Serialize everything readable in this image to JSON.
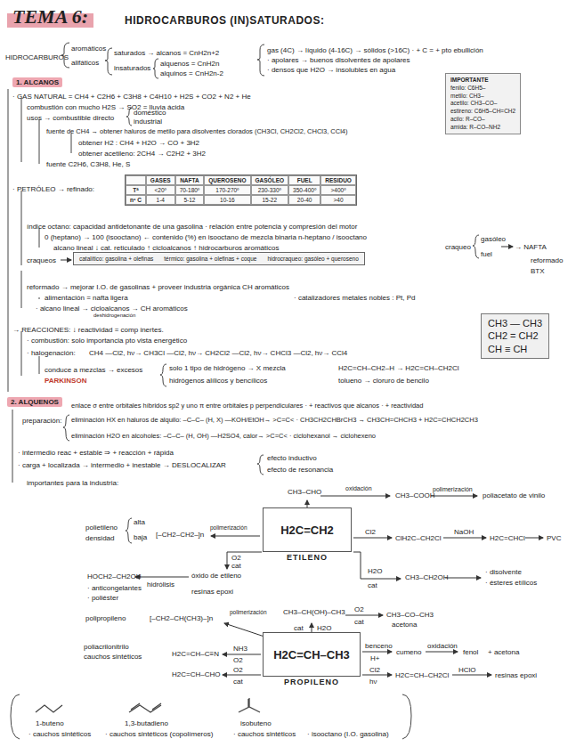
{
  "diagram": {
    "title": "HIDROCARBUROS (IN)SATURADOS:",
    "nodes": [
      {
        "text": [
          "TEMA 6:"
        ]
      },
      {
        "text": [
          "IMPORTANTE",
          "fenilo: C6H5–",
          "metilo: CH3–",
          "acetilo: CH3–CO–",
          "estireno: C6H5–CH=CH2",
          "acilo: R–CO–",
          "amida: R–CO–NH2"
        ]
      },
      {
        "text": [
          "1. ALCANOS"
        ]
      },
      {
        "text": [
          "GASES",
          "NAFTA",
          "QUEROSENO",
          "GASÓLEO",
          "FUEL",
          "RESIDUO",
          "Tª",
          "<20º",
          "70-180º",
          "170-270º",
          "230-330º",
          "350-400º",
          ">400º",
          "nº C",
          "1-4",
          "5-12",
          "10-16",
          "15-22",
          "20-40",
          ">40"
        ]
      },
      {
        "text": [
          "catalítico: gasolina + olefinas",
          "térmico: gasolina + olefinas + coque",
          "hidrocraqueo: gasóleo + queroseno"
        ]
      },
      {
        "text": [
          "CH3 — CH3",
          "CH2 = CH2",
          "CH ≡ CH"
        ]
      },
      {
        "text": [
          "2. ALQUENOS"
        ]
      },
      {
        "text": [
          "H2C=CH2",
          "ETILENO"
        ]
      },
      {
        "text": [
          "H2C=CH–CH3",
          "PROPILENO"
        ]
      }
    ],
    "labels": [
      "HIDROCARBUROS",
      "aromáticos",
      "alifáticos",
      "saturados → alcanos = CnH2n+2",
      "insaturados",
      "alquenos = CnH2n",
      "alquinos = CnH2n-2",
      "gas (4C) → líquido (4-16C) → sólidos (>16C) · + C = + pto ebullición",
      "· apolares → buenos disolventes de apolares",
      "· densos que H2O → insolubles en agua",
      "· GAS NATURAL = CH4 + C2H6 + C3H8 + C4H10 + H2S + CO2 + N2 + He",
      "combustión con mucho H2S → SO2 = lluvia ácida",
      "usos → combustible directo",
      "doméstico",
      "industrial",
      "fuente de CH4 → obtener haluros de metilo para disolventes clorados (CH3Cl, CH2Cl2, CHCl3, CCl4)",
      "obtener H2 : CH4 + H2O → CO + 3H2",
      "obtener acetileno: 2CH4 → C2H2 + 3H2",
      "fuente C2H6, C3H8, He, S",
      "· PETRÓLEO → refinado:",
      "índice octano: capacidad antidetonante de una gasolina · relación entre potencia y compresión del motor",
      "0 (heptano) → 100 (isooctano) ← contenido (%) en isooctano de mezcla binaria n-heptano / isooctano",
      "alcano lineal ↓ cat. reticulado ↑ cicloalcanos ↑ hidrocarburos aromáticos",
      "craqueos",
      "craqueo",
      "gasóleo",
      "fuel",
      "→ NAFTA",
      "reformado",
      "BTX",
      "reformado → mejorar I.O. de gasolinas + proveer industria orgánica CH aromáticos",
      "alimentación = nafta ligera",
      "· catalizadores metales nobles : Pt, Pd",
      "· alcano lineal → cicloalcanos → CH aromáticos",
      "deshidrogenación",
      "→ REACCIONES: ↓ reactividad = comp inertes.",
      "· combustión: solo importancia pto vista energético",
      "· halogenación:",
      "CH4 —Cl2, hν→ CH3Cl —Cl2, hν→ CH2Cl2 —Cl2, hν→ CHCl3 —Cl2, hν→ CCl4",
      "conduce a mezclas → excesos",
      "PARKINSON",
      "solo 1 tipo de hidrógeno → X mezcla",
      "hidrógenos alílicos y bencílicos",
      "H2C=CH–CH2–H → H2C=CH–CH2Cl",
      "tolueno → cloruro de bencilo",
      "enlace σ entre orbitales híbridos sp2 y uno π entre orbitales p perpendiculares · + reactivos que alcanos · + reactividad",
      "preparación:",
      "eliminación HX en haluros de alquilo: –C–C– (H, X) —KOH/EtOH→ >C=C< · CH3CH2CHBrCH3 → CH3CH=CHCH3 + H2C=CHCH2CH3",
      "eliminación H2O en alcoholes: –C–C– (H, OH) —H2SO4, calor→ >C=C< · ciclohexanol → ciclohexeno",
      "· intermedio reac + estable ⇒ + reacción + rápida",
      "· carga + localizada → intermedio + inestable → DESLOCALIZAR",
      "efecto inductivo",
      "efecto de resonancia",
      "importantes para la industria:",
      "CH3–CHO",
      "oxidación",
      "CH3–COOH",
      "polimerización",
      "poliacetato de vinilo",
      "polietileno",
      "densidad",
      "alta",
      "baja",
      "[–CH2–CH2–]n",
      "polimerización",
      "Cl2",
      "ClH2C–CH2Cl",
      "NaOH",
      "H2C=CHCl",
      "PVC",
      "H2O",
      "cat",
      "CH3–CH2OH",
      "· disolvente",
      "· ésteres etílicos",
      "O2",
      "cat",
      "óxido de etileno",
      "resinas epoxi",
      "HOCH2–CH2OH",
      "hidrólisis",
      "· anticongelantes",
      "· poliéster",
      "polipropileno",
      "[–CH2–CH(CH3)–]n",
      "polimerización",
      "CH3–CH(OH)–CH3",
      "H2O",
      "cat",
      "O2",
      "cat",
      "CH3–CO–CH3",
      "acetona",
      "poliacrilonitrilo",
      "cauchos sintéticos",
      "H2C=CH–C≡N",
      "NH3",
      "O2",
      "H2C=CH–CHO",
      "O2",
      "cat",
      "benceno",
      "H+",
      "cumeno",
      "oxidación",
      "fenol",
      "+ acetona",
      "Cl2",
      "hν",
      "H2C=CH–CH2Cl",
      "HClO",
      "resinas epoxi",
      "1-buteno",
      "· cauchos sintéticos",
      "1,3-butadieno",
      "· cauchos sintéticos (copolímeros)",
      "isobuteno",
      "· cauchos sintéticos",
      "· isooctano (I.O. gasolina)"
    ]
  }
}
